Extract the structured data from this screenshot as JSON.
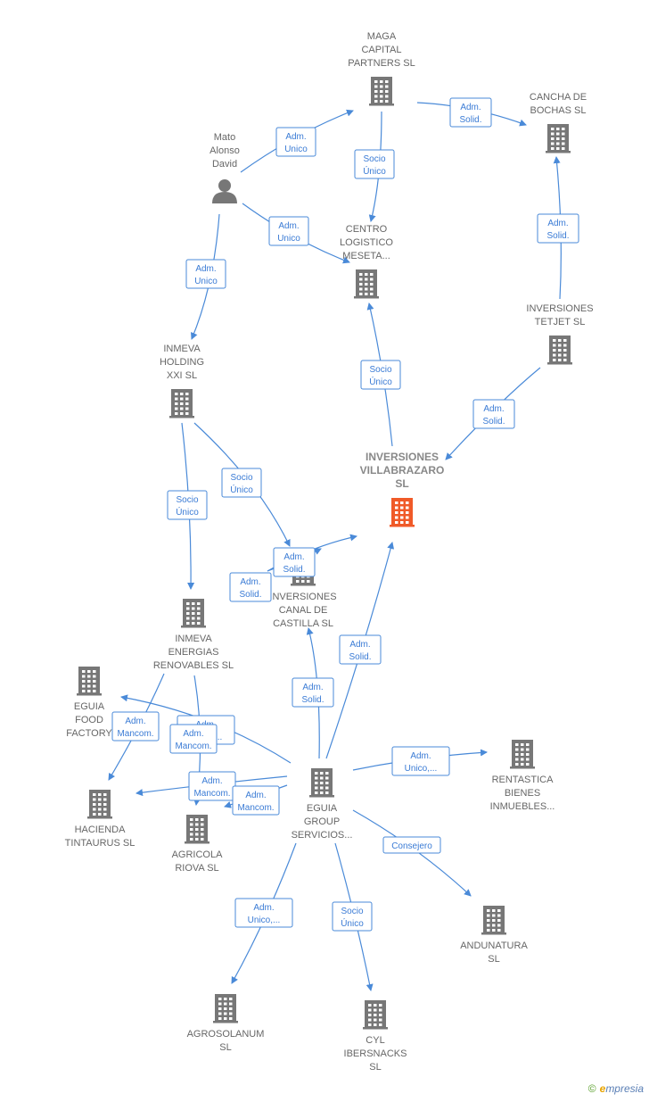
{
  "colors": {
    "edge": "#4a8ad8",
    "node": "#777777",
    "main_node": "#f05a28"
  },
  "nodes": [
    {
      "id": "maga",
      "lines": [
        "MAGA",
        "CAPITAL",
        "PARTNERS  SL"
      ],
      "icon": "building-icon"
    },
    {
      "id": "cancha",
      "lines": [
        "CANCHA DE",
        "BOCHAS  SL"
      ],
      "icon": "building-icon"
    },
    {
      "id": "mato",
      "lines": [
        "Mato",
        "Alonso",
        "David"
      ],
      "icon": "person-icon"
    },
    {
      "id": "centro",
      "lines": [
        "CENTRO",
        "LOGISTICO",
        "MESETA..."
      ],
      "icon": "building-icon"
    },
    {
      "id": "tetjet",
      "lines": [
        "INVERSIONES",
        "TETJET  SL"
      ],
      "icon": "building-icon"
    },
    {
      "id": "inmeva_holding",
      "lines": [
        "INMEVA",
        "HOLDING",
        "XXI SL"
      ],
      "icon": "building-icon"
    },
    {
      "id": "villabrazaro",
      "lines": [
        "INVERSIONES",
        "VILLABRAZARO",
        "SL"
      ],
      "icon": "building-icon",
      "main": true
    },
    {
      "id": "canal",
      "lines": [
        "INVERSIONES",
        "CANAL DE",
        "CASTILLA  SL"
      ],
      "icon": "building-icon"
    },
    {
      "id": "inmeva_energias",
      "lines": [
        "INMEVA",
        "ENERGIAS",
        "RENOVABLES SL"
      ],
      "icon": "building-icon"
    },
    {
      "id": "eguia_food",
      "lines": [
        "EGUIA",
        "FOOD",
        "FACTORY"
      ],
      "icon": "building-icon"
    },
    {
      "id": "rentastica",
      "lines": [
        "RENTASTICA",
        "BIENES",
        "INMUEBLES..."
      ],
      "icon": "building-icon"
    },
    {
      "id": "hacienda",
      "lines": [
        "HACIENDA",
        "TINTAURUS  SL"
      ],
      "icon": "building-icon"
    },
    {
      "id": "agricola",
      "lines": [
        "AGRICOLA",
        "RIOVA  SL"
      ],
      "icon": "building-icon"
    },
    {
      "id": "eguia_group",
      "lines": [
        "EGUIA",
        "GROUP",
        "SERVICIOS..."
      ],
      "icon": "building-icon"
    },
    {
      "id": "andunatura",
      "lines": [
        "ANDUNATURA",
        "SL"
      ],
      "icon": "building-icon"
    },
    {
      "id": "agrosolanum",
      "lines": [
        "AGROSOLANUM",
        "SL"
      ],
      "icon": "building-icon"
    },
    {
      "id": "cyl",
      "lines": [
        "CYL",
        "IBERSNACKS",
        "SL"
      ],
      "icon": "building-icon"
    }
  ],
  "edges": [
    {
      "id": "mato-maga",
      "lines": [
        "Adm.",
        "Unico"
      ]
    },
    {
      "id": "maga-cancha",
      "lines": [
        "Adm.",
        "Solid."
      ]
    },
    {
      "id": "maga-centro",
      "lines": [
        "Socio",
        "Único"
      ]
    },
    {
      "id": "mato-centro",
      "lines": [
        "Adm.",
        "Unico"
      ]
    },
    {
      "id": "tetjet-cancha",
      "lines": [
        "Adm.",
        "Solid."
      ]
    },
    {
      "id": "mato-inmeva",
      "lines": [
        "Adm.",
        "Unico"
      ]
    },
    {
      "id": "villa-centro",
      "lines": [
        "Socio",
        "Único"
      ]
    },
    {
      "id": "tetjet-villa",
      "lines": [
        "Adm.",
        "Solid."
      ]
    },
    {
      "id": "inmeva-canal",
      "lines": [
        "Socio",
        "Único"
      ]
    },
    {
      "id": "inmeva-energias",
      "lines": [
        "Socio",
        "Único"
      ]
    },
    {
      "id": "canal-villa",
      "lines": [
        "Adm.",
        "Solid."
      ]
    },
    {
      "id": "canal-villa-2",
      "lines": [
        "Adm.",
        "Solid."
      ]
    },
    {
      "id": "eguia-villa",
      "lines": [
        "Adm.",
        "Solid."
      ]
    },
    {
      "id": "eguia-canal",
      "lines": [
        "Adm.",
        "Solid."
      ]
    },
    {
      "id": "energias-hacienda",
      "lines": [
        "Adm.",
        "Mancom."
      ]
    },
    {
      "id": "eguia-food",
      "lines": [
        "Adm.",
        "Unico,..."
      ]
    },
    {
      "id": "energias-agricola",
      "lines": [
        "Adm.",
        "Mancom."
      ]
    },
    {
      "id": "eguia-rentastica",
      "lines": [
        "Adm.",
        "Unico,..."
      ]
    },
    {
      "id": "eguia-hacienda",
      "lines": [
        "Adm.",
        "Mancom."
      ]
    },
    {
      "id": "eguia-agricola",
      "lines": [
        "Adm.",
        "Mancom."
      ]
    },
    {
      "id": "eguia-andunatura",
      "lines": [
        "Consejero"
      ]
    },
    {
      "id": "eguia-agrosolanum",
      "lines": [
        "Adm.",
        "Unico,..."
      ]
    },
    {
      "id": "eguia-cyl",
      "lines": [
        "Socio",
        "Único"
      ]
    }
  ],
  "brand": {
    "copyright": "©",
    "initial": "e",
    "name": "mpresia"
  }
}
